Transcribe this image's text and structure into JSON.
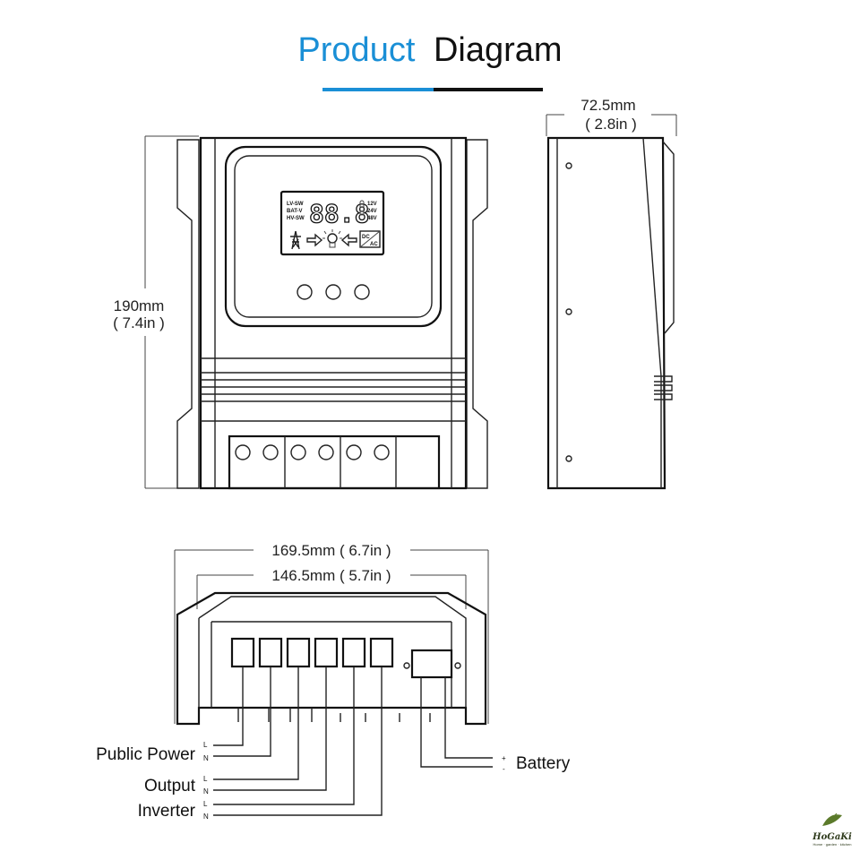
{
  "title": {
    "word1": "Product",
    "word2": "Diagram",
    "accent_color": "#1a8fd6",
    "dark_color": "#111111"
  },
  "front_view": {
    "height_label": "190mm",
    "height_sub": "( 7.4in )",
    "lcd": {
      "left_labels": [
        "LV-SW",
        "BAT-V",
        "HV-SW"
      ],
      "digits": "88.8",
      "right_labels": [
        "12V",
        "24V",
        "48V"
      ],
      "converter_top": "DC",
      "converter_bottom": "AC"
    }
  },
  "side_view": {
    "depth_label": "72.5mm",
    "depth_sub": "( 2.8in )"
  },
  "bottom_view": {
    "outer_width_label": "169.5mm ( 6.7in )",
    "inner_width_label": "146.5mm ( 5.7in )"
  },
  "terminals": [
    {
      "label": "Public Power",
      "top_mark": "L",
      "bottom_mark": "N"
    },
    {
      "label": "Output",
      "top_mark": "L",
      "bottom_mark": "N"
    },
    {
      "label": "Inverter",
      "top_mark": "L",
      "bottom_mark": "N"
    },
    {
      "label": "Battery",
      "top_mark": "+",
      "bottom_mark": "-"
    }
  ],
  "logo": {
    "name": "HoGaKi",
    "tagline": "Home · garden · kitchen"
  }
}
